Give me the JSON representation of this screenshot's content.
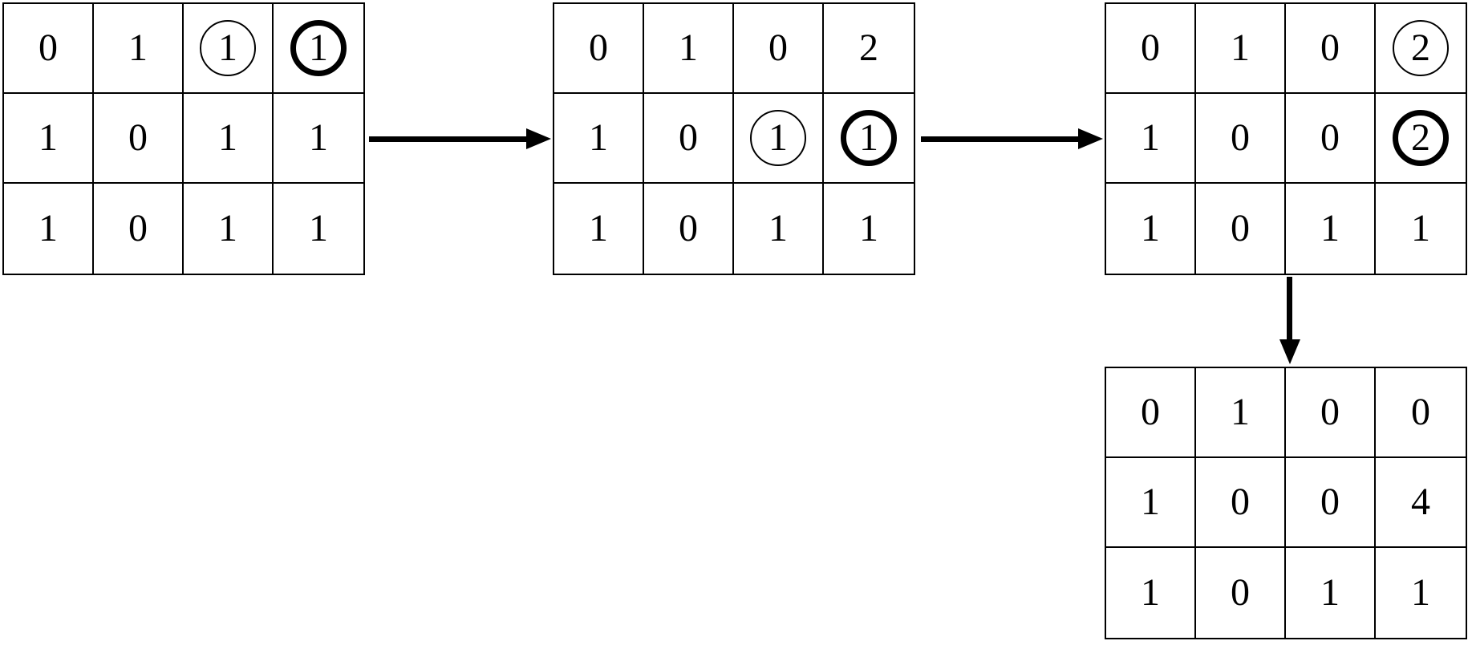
{
  "figure": {
    "type": "matrix-transformation-diagram",
    "background_color": "#ffffff",
    "line_color": "#000000",
    "text_color": "#000000",
    "grid_rows": 3,
    "grid_cols": 4,
    "circle_styles": [
      "thin",
      "bold"
    ]
  },
  "grids": [
    {
      "name": "matrix-step-1",
      "rows": [
        [
          {
            "value": "0"
          },
          {
            "value": "1"
          },
          {
            "value": "1",
            "circle": "thin"
          },
          {
            "value": "1",
            "circle": "bold"
          }
        ],
        [
          {
            "value": "1"
          },
          {
            "value": "0"
          },
          {
            "value": "1"
          },
          {
            "value": "1"
          }
        ],
        [
          {
            "value": "1"
          },
          {
            "value": "0"
          },
          {
            "value": "1"
          },
          {
            "value": "1"
          }
        ]
      ]
    },
    {
      "name": "matrix-step-2",
      "rows": [
        [
          {
            "value": "0"
          },
          {
            "value": "1"
          },
          {
            "value": "0"
          },
          {
            "value": "2"
          }
        ],
        [
          {
            "value": "1"
          },
          {
            "value": "0"
          },
          {
            "value": "1",
            "circle": "thin"
          },
          {
            "value": "1",
            "circle": "bold"
          }
        ],
        [
          {
            "value": "1"
          },
          {
            "value": "0"
          },
          {
            "value": "1"
          },
          {
            "value": "1"
          }
        ]
      ]
    },
    {
      "name": "matrix-step-3",
      "rows": [
        [
          {
            "value": "0"
          },
          {
            "value": "1"
          },
          {
            "value": "0"
          },
          {
            "value": "2",
            "circle": "thin"
          }
        ],
        [
          {
            "value": "1"
          },
          {
            "value": "0"
          },
          {
            "value": "0"
          },
          {
            "value": "2",
            "circle": "bold"
          }
        ],
        [
          {
            "value": "1"
          },
          {
            "value": "0"
          },
          {
            "value": "1"
          },
          {
            "value": "1"
          }
        ]
      ]
    },
    {
      "name": "matrix-step-4",
      "rows": [
        [
          {
            "value": "0"
          },
          {
            "value": "1"
          },
          {
            "value": "0"
          },
          {
            "value": "0"
          }
        ],
        [
          {
            "value": "1"
          },
          {
            "value": "0"
          },
          {
            "value": "0"
          },
          {
            "value": "4"
          }
        ],
        [
          {
            "value": "1"
          },
          {
            "value": "0"
          },
          {
            "value": "1"
          },
          {
            "value": "1"
          }
        ]
      ]
    }
  ],
  "arrows": [
    {
      "name": "arrow-step1-to-step2",
      "direction": "right"
    },
    {
      "name": "arrow-step2-to-step3",
      "direction": "right"
    },
    {
      "name": "arrow-step3-to-step4",
      "direction": "down"
    }
  ]
}
